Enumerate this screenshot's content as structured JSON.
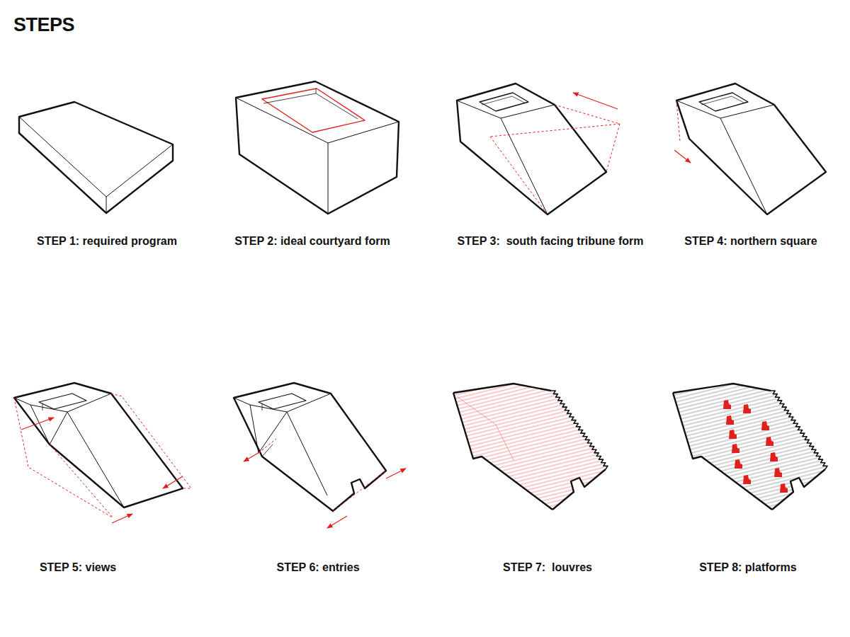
{
  "diagram": {
    "title": "STEPS",
    "labels": [
      "STEP 1: required program",
      "STEP 2: ideal courtyard form",
      "STEP 3:  south facing tribune form",
      "STEP 4: northern square",
      "STEP 5: views",
      "STEP 6: entries",
      "STEP 7:  louvres",
      "STEP 8: platforms"
    ]
  }
}
